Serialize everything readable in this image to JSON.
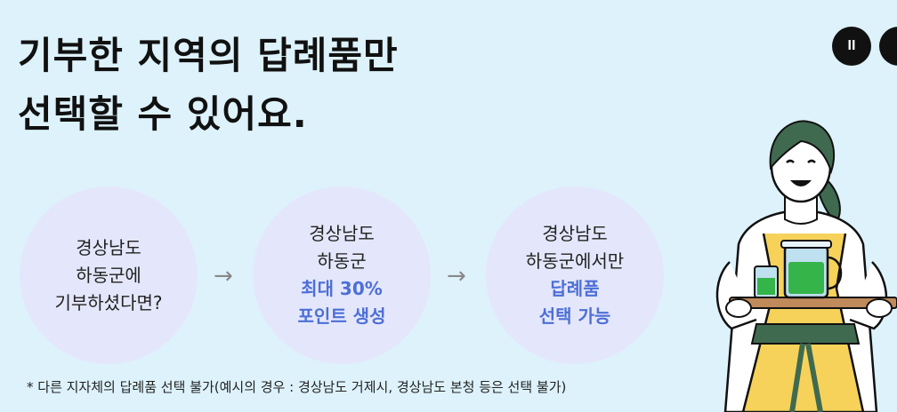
{
  "headline": {
    "line1": "기부한 지역의 답례품만",
    "line2": "선택할 수 있어요."
  },
  "steps": [
    {
      "lines": [
        "경상남도",
        "하동군에",
        "기부하셨다면?"
      ],
      "highlight": []
    },
    {
      "lines": [
        "경상남도",
        "하동군"
      ],
      "highlight": [
        "최대 30%",
        "포인트 생성"
      ]
    },
    {
      "lines": [
        "경상남도",
        "하동군에서만"
      ],
      "highlight": [
        "답례품",
        "선택 가능"
      ]
    }
  ],
  "arrows": [
    "→",
    "→"
  ],
  "note": "* 다른 지자체의 답례품 선택 불가(예시의 경우 : 경상남도 거제시, 경상남도 본청 등은 선택 불가)",
  "controls": {
    "pause_symbol": "II"
  },
  "colors": {
    "background": "#ddf2fb",
    "circle": "#e4e7fb",
    "highlight": "#4d6fd6"
  }
}
